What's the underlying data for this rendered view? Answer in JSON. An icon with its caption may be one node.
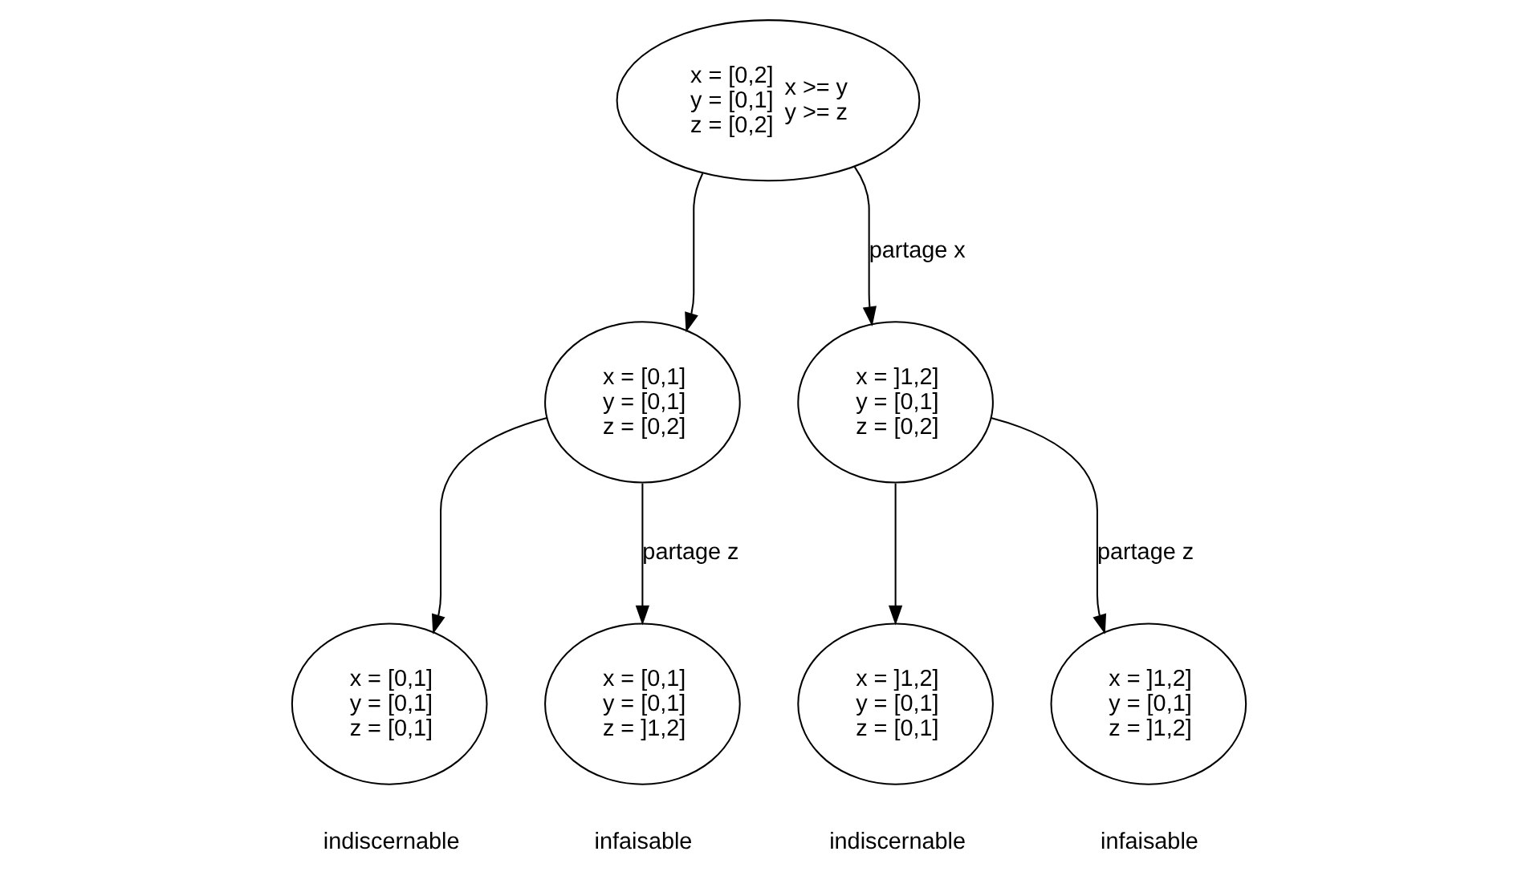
{
  "diagram": {
    "nodes": [
      {
        "text": [
          "x = [0,2]",
          "y = [0,1]",
          "z = [0,2]",
          "x >= y",
          "y >= z"
        ]
      },
      {
        "text": [
          "x = [0,1]",
          "y = [0,1]",
          "z = [0,2]"
        ]
      },
      {
        "text": [
          "x = ]1,2]",
          "y = [0,1]",
          "z = [0,2]"
        ]
      },
      {
        "text": [
          "x = [0,1]",
          "y = [0,1]",
          "z = [0,1]"
        ],
        "beside": [
          "indiscernable"
        ]
      },
      {
        "text": [
          "x = [0,1]",
          "y = [0,1]",
          "z = ]1,2]"
        ],
        "beside": [
          "infaisable"
        ]
      },
      {
        "text": [
          "x = ]1,2]",
          "y = [0,1]",
          "z = [0,1]"
        ],
        "beside": [
          "indiscernable"
        ]
      },
      {
        "text": [
          "x = ]1,2]",
          "y = [0,1]",
          "z = ]1,2]"
        ],
        "beside": [
          "infaisable"
        ]
      }
    ],
    "edges": [
      {
        "from": 0,
        "to": 1,
        "arrow": "to"
      },
      {
        "from": 0,
        "to": 2,
        "arrow": "to",
        "label": "partage x"
      },
      {
        "from": 1,
        "to": 3,
        "arrow": "to"
      },
      {
        "from": 1,
        "to": 4,
        "arrow": "to",
        "label": "partage z"
      },
      {
        "from": 2,
        "to": 5,
        "arrow": "to"
      },
      {
        "from": 2,
        "to": 6,
        "arrow": "to",
        "label": "partage z"
      }
    ]
  }
}
